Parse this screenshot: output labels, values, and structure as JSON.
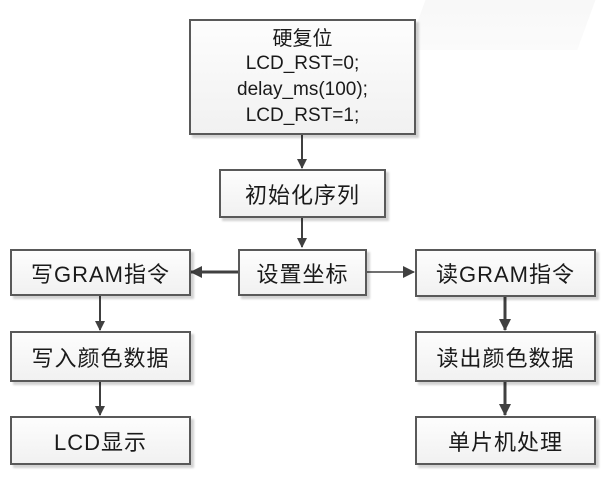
{
  "diagram": {
    "reset_box": {
      "title": "硬复位",
      "lines": [
        "LCD_RST=0;",
        "delay_ms(100);",
        "LCD_RST=1;"
      ]
    },
    "init_box": {
      "label": "初始化序列"
    },
    "coord_box": {
      "label": "设置坐标"
    },
    "write_branch": [
      {
        "label": "写GRAM指令"
      },
      {
        "label": "写入颜色数据"
      },
      {
        "label": "LCD显示"
      }
    ],
    "read_branch": [
      {
        "label": "读GRAM指令"
      },
      {
        "label": "读出颜色数据"
      },
      {
        "label": "单片机处理"
      }
    ],
    "edges": [
      {
        "from": "硬复位",
        "to": "初始化序列"
      },
      {
        "from": "初始化序列",
        "to": "设置坐标"
      },
      {
        "from": "设置坐标",
        "to": "写GRAM指令"
      },
      {
        "from": "设置坐标",
        "to": "读GRAM指令"
      },
      {
        "from": "写GRAM指令",
        "to": "写入颜色数据"
      },
      {
        "from": "写入颜色数据",
        "to": "LCD显示"
      },
      {
        "from": "读GRAM指令",
        "to": "读出颜色数据"
      },
      {
        "from": "读出颜色数据",
        "to": "单片机处理"
      }
    ],
    "colors": {
      "border": "#595959",
      "arrow": "#404040",
      "fill": "#f4f4f4"
    }
  }
}
